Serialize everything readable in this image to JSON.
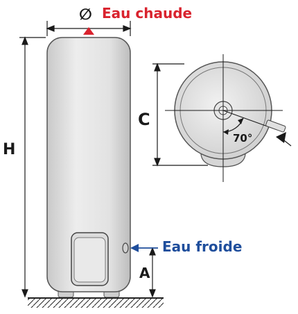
{
  "labels": {
    "diameter_symbol": "∅",
    "hot_water": "Eau chaude",
    "cold_water": "Eau froide",
    "height": "H",
    "offset_a": "A",
    "offset_c": "C",
    "angle": "70°"
  },
  "colors": {
    "hot": "#d9232e",
    "cold": "#1f4e9c",
    "line": "#1a1a1a",
    "body": "#e4e4e4"
  }
}
